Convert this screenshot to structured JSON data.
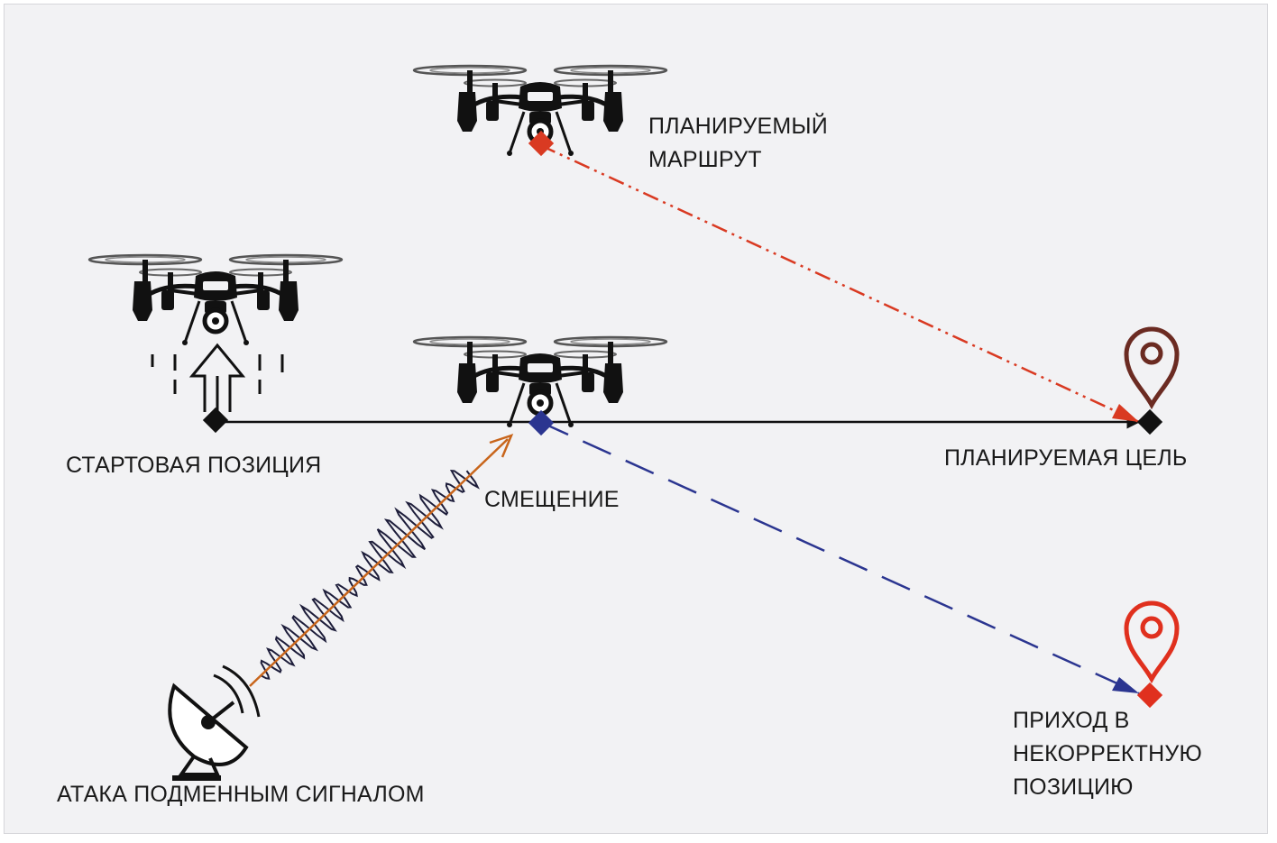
{
  "labels": {
    "planned_route": [
      "ПЛАНИРУЕМЫЙ",
      "МАРШРУТ"
    ],
    "start_position": "СТАРТОВАЯ ПОЗИЦИЯ",
    "planned_target": "ПЛАНИРУЕМАЯ ЦЕЛЬ",
    "displacement": "СМЕЩЕНИЕ",
    "wrong_arrival": [
      "ПРИХОД В",
      "НЕКОРРЕКТНУЮ",
      "ПОЗИЦИЮ"
    ],
    "spoofing_attack": "АТАКА ПОДМЕННЫМ СИГНАЛОМ"
  },
  "colors": {
    "planned_route_line": "#d93a22",
    "drift_line": "#2b3590",
    "main_line": "#111111",
    "signal_arrow": "#c8651b",
    "target_pin": "#6b2b22",
    "wrong_pin": "#e0301e",
    "wrong_marker": "#e0301e",
    "route_marker": "#d93a22",
    "drift_marker": "#2b3590"
  },
  "icons": {
    "drone": "quadcopter-drone-icon",
    "pin": "map-pin-icon",
    "dish": "satellite-dish-icon",
    "takeoff": "takeoff-arrow-icon"
  }
}
